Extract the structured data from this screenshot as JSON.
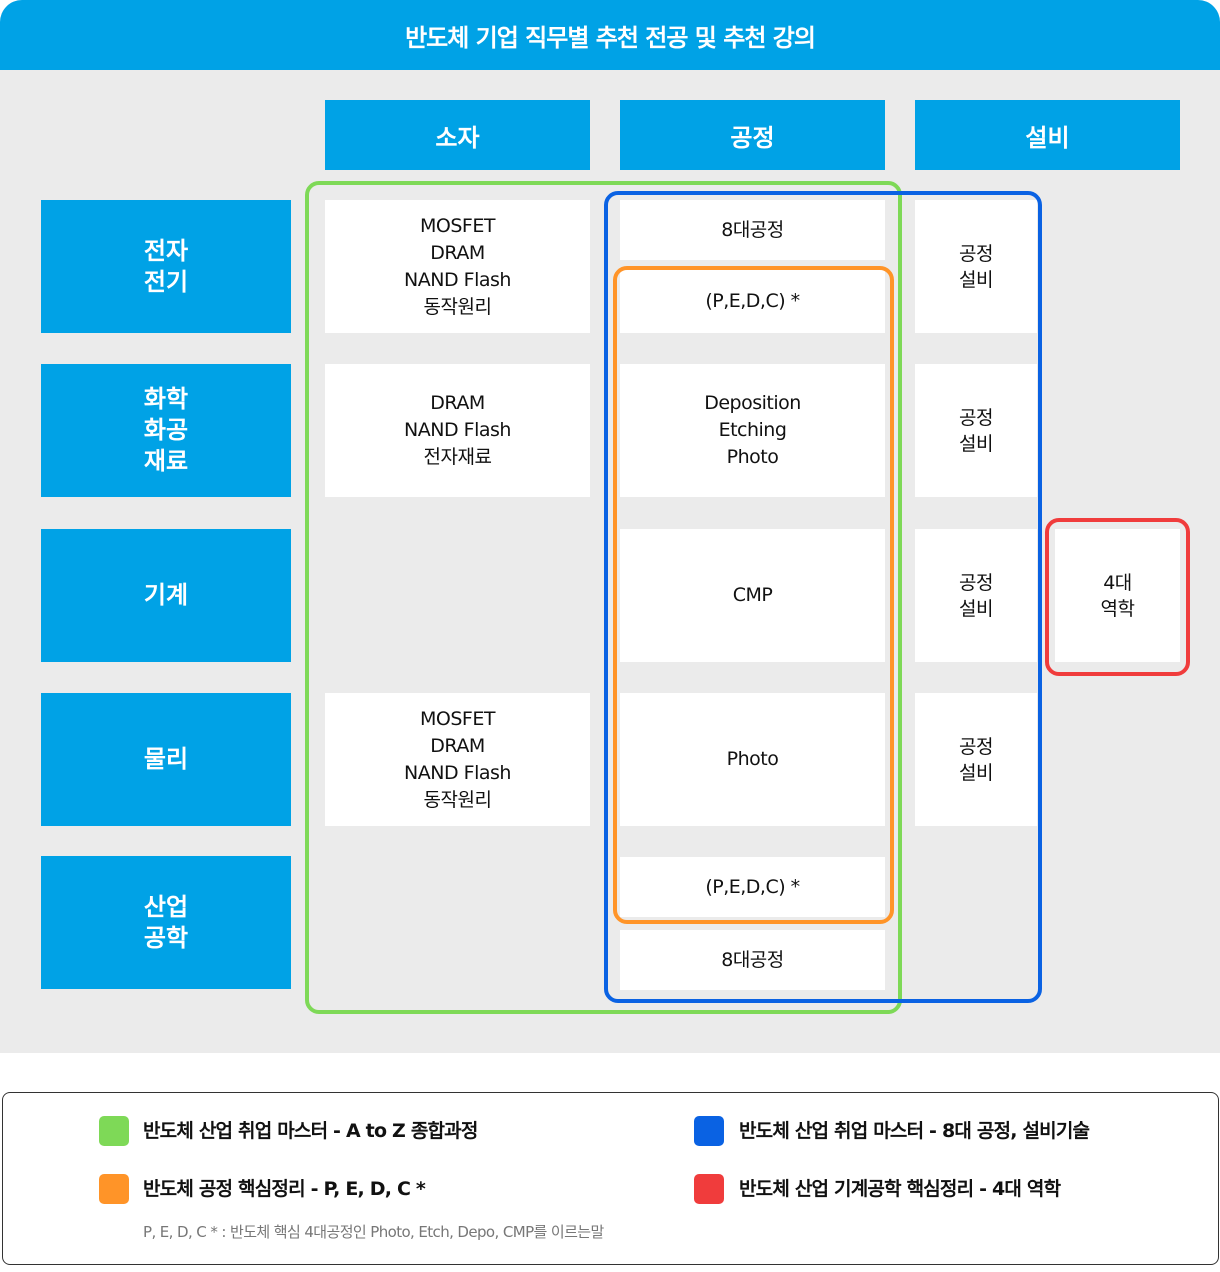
{
  "title": "반도체 기업 직무별 추천 전공 및 추천 강의",
  "columns": [
    "소자",
    "공정",
    "설비"
  ],
  "rows": [
    "전자\n전기",
    "화학\n화공\n재료",
    "기계",
    "물리",
    "산업\n공학"
  ],
  "device_cells": [
    "MOSFET\nDRAM\nNAND Flash\n동작원리",
    "DRAM\nNAND Flash\n전자재료",
    "MOSFET\nDRAM\nNAND Flash\n동작원리"
  ],
  "process_cells": [
    "8대공정",
    "(P,E,D,C) *",
    "Deposition\nEtching\nPhoto",
    "CMP",
    "Photo",
    "(P,E,D,C) *",
    "8대공정"
  ],
  "equipment_cells": [
    "공정\n설비",
    "공정\n설비",
    "공정\n설비",
    "공정\n설비"
  ],
  "mechanics_cell": "4대\n역학",
  "legend": {
    "items": [
      {
        "label": "반도체  산업 취업 마스터 - A to Z 종합과정",
        "color": "#7ed957"
      },
      {
        "label": "반도체  산업 취업 마스터 - 8대 공정, 설비기술",
        "color": "#0a62e3"
      },
      {
        "label": "반도체  공정 핵심정리 - P, E, D, C *",
        "color": "#ff9428"
      },
      {
        "label": "반도체  산업 기계공학 핵심정리 - 4대 역학",
        "color": "#f03c3c"
      }
    ],
    "footnote": "P, E, D, C * : 반도체 핵심 4대공정인 Photo, Etch, Depo, CMP를 이르는말"
  }
}
